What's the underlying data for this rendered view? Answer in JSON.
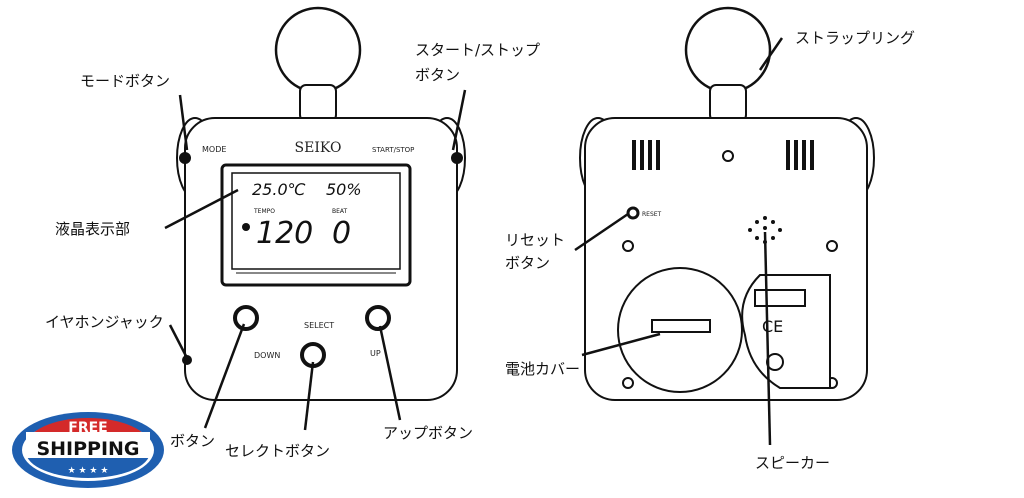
{
  "labels": {
    "mode_button": "モードボタン",
    "start_stop_line1": "スタート/ストップ",
    "start_stop_line2": "ボタン",
    "lcd": "液晶表示部",
    "earphone_jack": "イヤホンジャック",
    "down_button": "ボタン",
    "select_button": "セレクトボタン",
    "up_button": "アップボタン",
    "strap_ring": "ストラップリング",
    "reset_line1": "リセット",
    "reset_line2": "ボタン",
    "battery_cover": "電池カバー",
    "speaker": "スピーカー"
  },
  "device": {
    "brand": "SEIKO",
    "mode": "MODE",
    "start_stop": "START/STOP",
    "select": "SELECT",
    "down": "DOWN",
    "up": "UP",
    "reset": "RESET",
    "lcd_temp": "25.0℃",
    "lcd_humidity": "50%",
    "lcd_tempo_label": "TEMPO",
    "lcd_tempo": "120",
    "lcd_beat_label": "BEAT",
    "lcd_beat": "0"
  },
  "badge": {
    "line1": "FREE",
    "line2": "SHIPPING",
    "stars": "★ ★ ★ ★",
    "colors": {
      "blue": "#1f5fb0",
      "red": "#d42a2a"
    }
  }
}
